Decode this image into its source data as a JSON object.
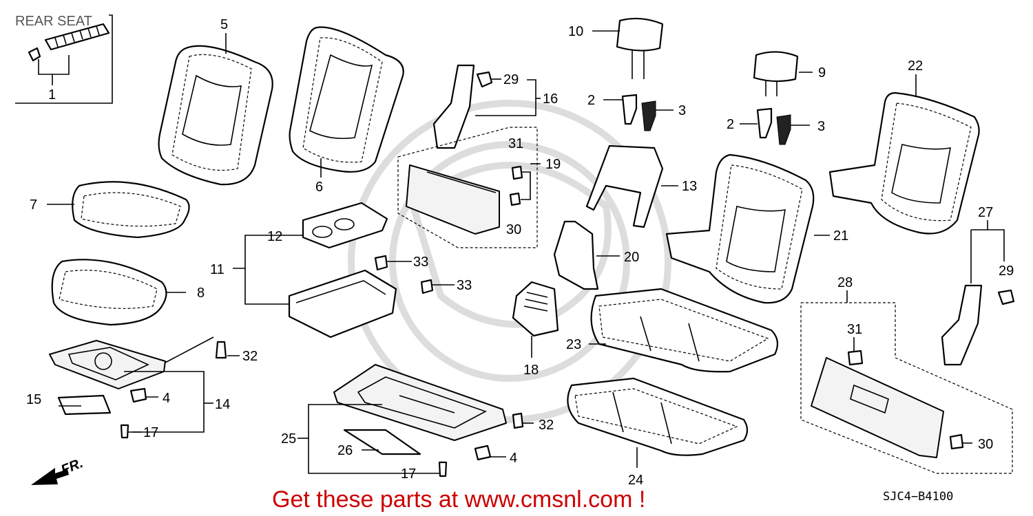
{
  "title": "REAR SEAT",
  "diagram_code": "SJC4−B4100",
  "footer_banner": "Get these parts at www.cmsnl.com !",
  "colors": {
    "banner": "#cc0000",
    "line": "#000000",
    "watermark": "#cfcfcf"
  },
  "direction_label": "FR.",
  "part_numbers": {
    "p1": "1",
    "p2a": "2",
    "p2b": "2",
    "p3a": "3",
    "p3b": "3",
    "p4a": "4",
    "p4b": "4",
    "p5": "5",
    "p6": "6",
    "p7": "7",
    "p8": "8",
    "p9": "9",
    "p10": "10",
    "p11": "11",
    "p12": "12",
    "p13": "13",
    "p14": "14",
    "p15": "15",
    "p16": "16",
    "p17a": "17",
    "p17b": "17",
    "p18": "18",
    "p19": "19",
    "p20": "20",
    "p21": "21",
    "p22": "22",
    "p23": "23",
    "p24": "24",
    "p25": "25",
    "p26": "26",
    "p27": "27",
    "p28": "28",
    "p29a": "29",
    "p29b": "29",
    "p30a": "30",
    "p30b": "30",
    "p31a": "31",
    "p31b": "31",
    "p32a": "32",
    "p32b": "32",
    "p33a": "33",
    "p33b": "33"
  }
}
